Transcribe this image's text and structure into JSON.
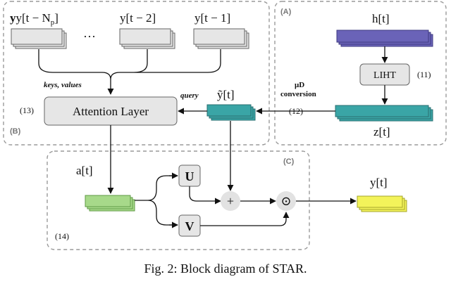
{
  "sections": {
    "a": "(A)",
    "b": "(B)",
    "c": "(C)"
  },
  "inputs": [
    "y[t − N",
    "p",
    "]",
    "y[t − 2]",
    "y[t − 1]"
  ],
  "dots": "···",
  "labels": {
    "keys_values": "keys, values",
    "query": "query",
    "mu_d": "μD",
    "conversion": "conversion",
    "h": "h[t]",
    "lihtx": "LIHT",
    "z": "z[t]",
    "ytilde": "ỹ[t]",
    "attention": "Attention Layer",
    "a": "a[t]",
    "U": "U",
    "V": "V",
    "plus": "+",
    "odot": "⊙",
    "y_out": "y[t]"
  },
  "equations": {
    "e11": "(11)",
    "e12": "(12)",
    "e13": "(13)",
    "e14": "(14)"
  },
  "caption": "Fig. 2: Block diagram of STAR.",
  "colors": {
    "gray_block": "#e6e6e6",
    "blue_block": "#6a63b8",
    "teal_block": "#3aa5a6",
    "green_block": "#a7d98a",
    "yellow_block": "#f3f35a",
    "dashed_border": "#9a9a9a"
  }
}
